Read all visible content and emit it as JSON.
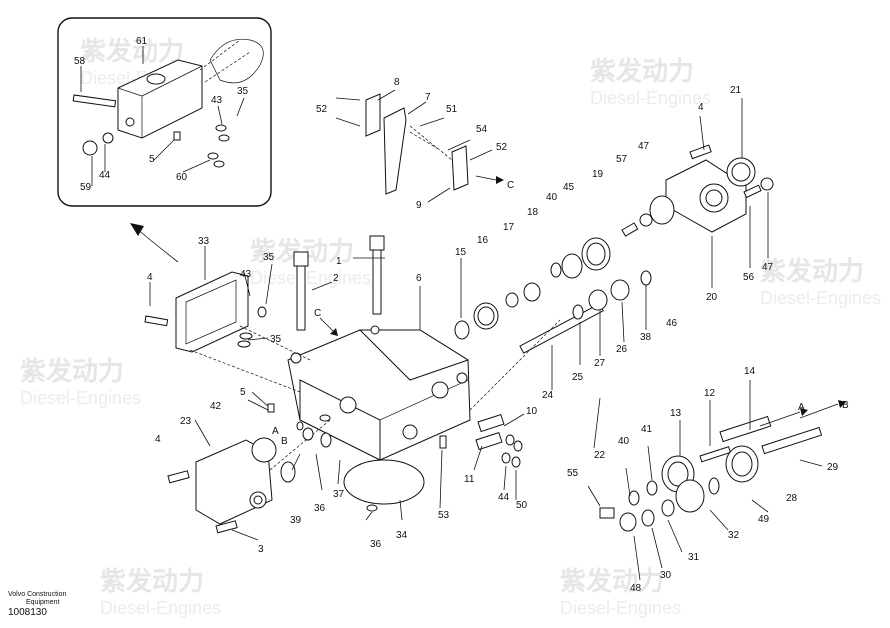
{
  "watermark": {
    "cn": "紫发动力",
    "en": "Diesel-Engines"
  },
  "footer": {
    "brand_line1": "Volvo Construction",
    "brand_line2": "Equipment",
    "drawing_no": "1008130"
  },
  "part_labels": [
    "1",
    "2",
    "3",
    "4",
    "5",
    "6",
    "7",
    "8",
    "9",
    "10",
    "11",
    "12",
    "13",
    "14",
    "15",
    "16",
    "17",
    "18",
    "19",
    "20",
    "21",
    "22",
    "23",
    "24",
    "25",
    "26",
    "27",
    "28",
    "29",
    "30",
    "31",
    "32",
    "33",
    "34",
    "35",
    "36",
    "37",
    "38",
    "39",
    "40",
    "41",
    "42",
    "43",
    "44",
    "45",
    "46",
    "47",
    "48",
    "49",
    "50",
    "51",
    "52",
    "53",
    "54",
    "55",
    "56",
    "57",
    "58",
    "59",
    "60",
    "61"
  ],
  "flow_markers": [
    "A",
    "B",
    "C"
  ]
}
